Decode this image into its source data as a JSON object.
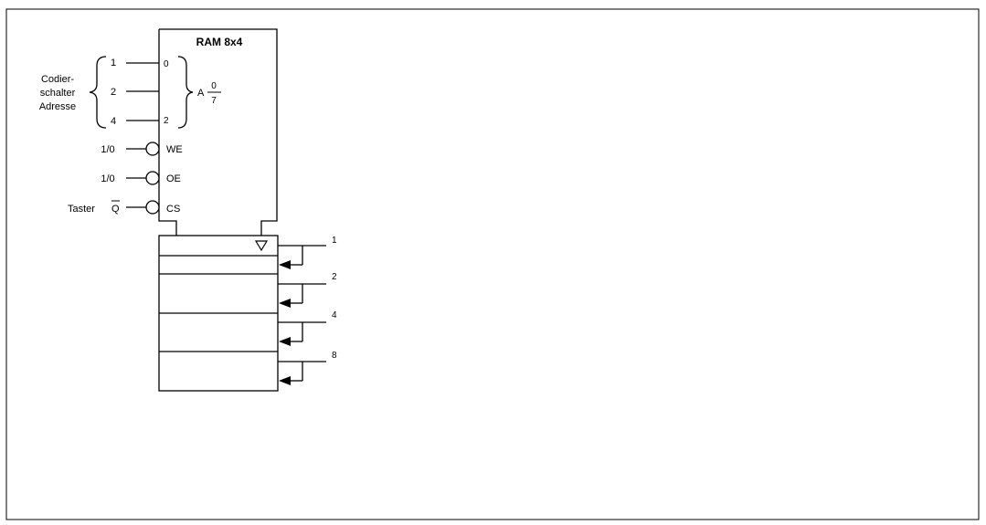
{
  "block": {
    "title": "RAM 8x4",
    "address_inputs": [
      "0",
      "2"
    ],
    "address_label": "A",
    "address_range_top": "0",
    "address_range_bottom": "7",
    "control_inputs": [
      "WE",
      "OE",
      "CS"
    ]
  },
  "switch_group": {
    "label_lines": [
      "Codier-",
      "schalter",
      "Adresse"
    ],
    "weights": [
      "1",
      "2",
      "4"
    ]
  },
  "controls": {
    "we_source": "1/0",
    "oe_source": "1/0",
    "cs_source": "Taster",
    "cs_source_signal": "Q"
  },
  "outputs": {
    "weights": [
      "1",
      "2",
      "4",
      "8"
    ]
  },
  "colors": {
    "stroke": "#000000",
    "background": "#ffffff"
  }
}
